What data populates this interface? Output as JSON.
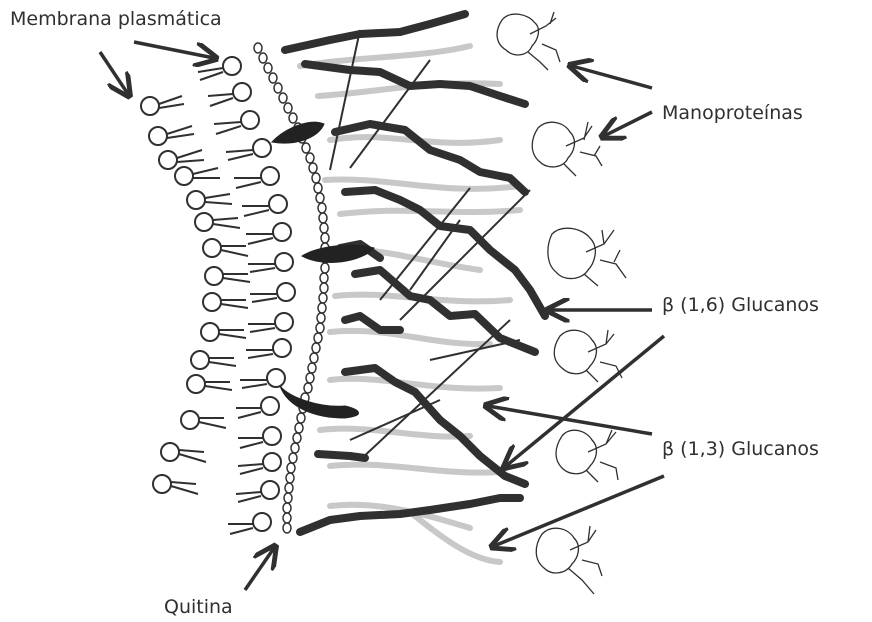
{
  "labels": {
    "membrana": "Membrana plasmática",
    "manoproteinas": "Manoproteínas",
    "b16": "β (1,6) Glucanos",
    "b13": "β (1,3) Glucanos",
    "quitina": "Quitina"
  },
  "colors": {
    "ink": "#303030",
    "light_glucan": "#c8c8c8",
    "background": "#ffffff"
  }
}
